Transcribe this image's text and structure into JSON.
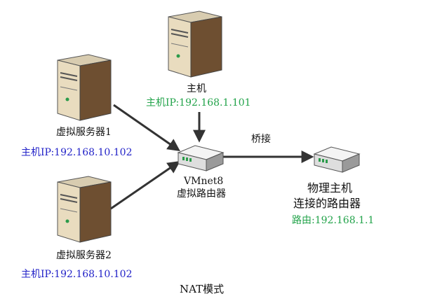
{
  "title": "NAT模式",
  "host": {
    "name": "主机",
    "ip": "主机IP:192.168.1.101"
  },
  "vm1": {
    "name": "虚拟服务器1",
    "ip": "主机IP:192.168.10.102"
  },
  "vm2": {
    "name": "虚拟服务器2",
    "ip": "主机IP:192.168.10.102"
  },
  "vrouter": {
    "line1": "VMnet8",
    "line2": "虚拟路由器"
  },
  "prouter": {
    "line1": "物理主机",
    "line2": "连接的路由器",
    "ip": "路由:192.168.1.1"
  },
  "bridge_label": "桥接",
  "colors": {
    "green": "#22a34a",
    "blue": "#2323c8",
    "arrow": "#3a3a3a"
  },
  "icons": {
    "server": "server-tower-icon",
    "router": "router-icon"
  }
}
